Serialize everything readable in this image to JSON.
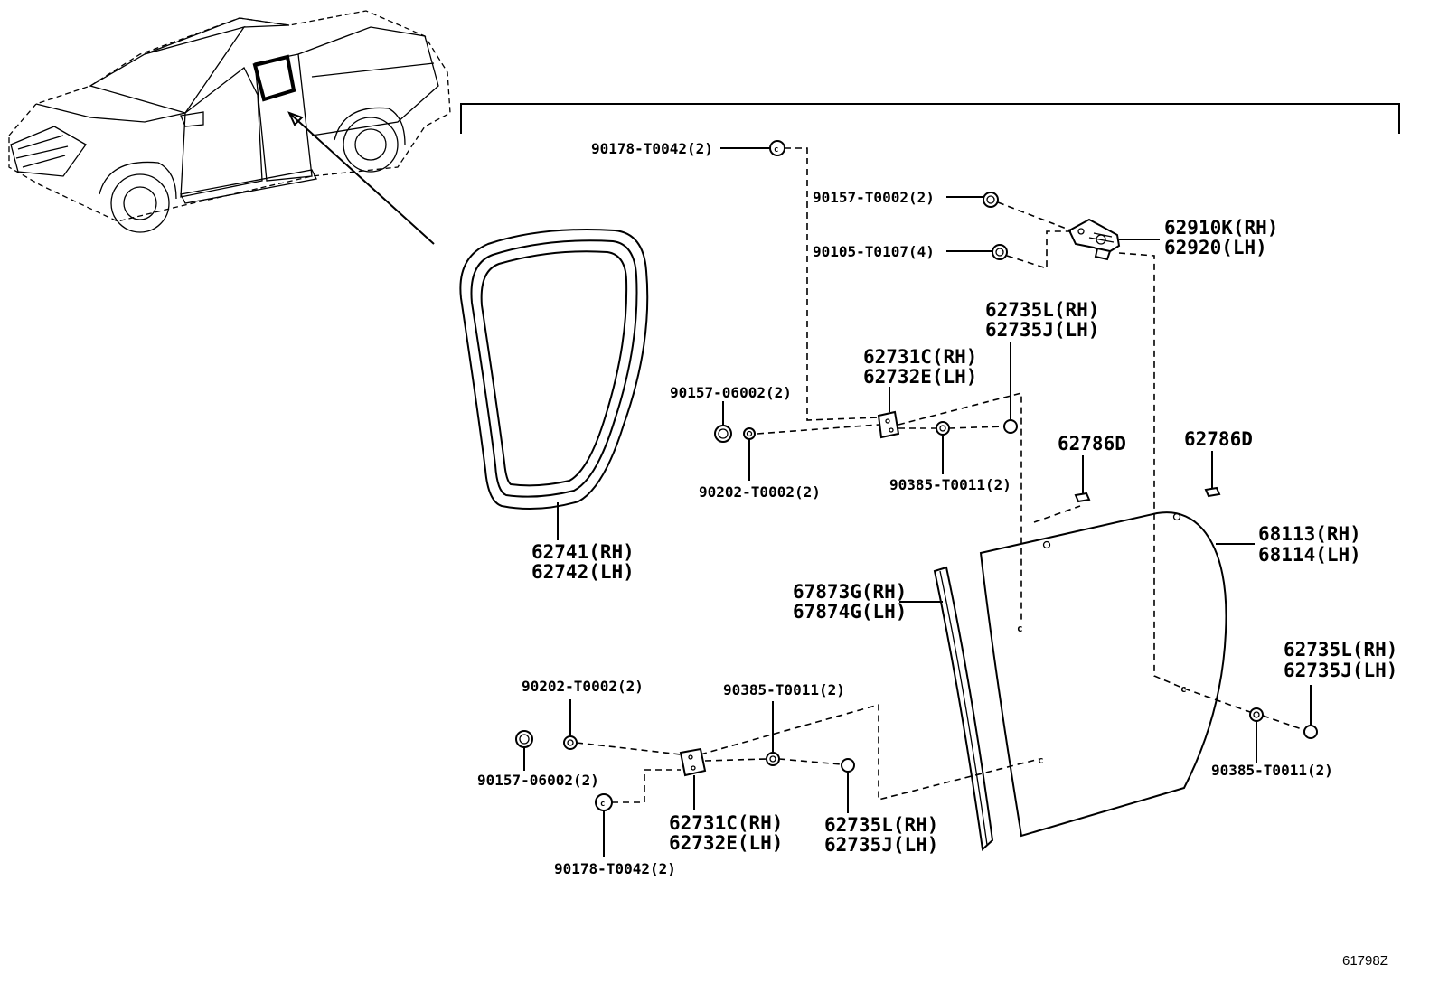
{
  "diagram_code": "61798Z",
  "labels": {
    "bolt_top": "90178-T0042(2)",
    "screw_upper": "90157-T0002(2)",
    "nut_upper": "90105-T0107(4)",
    "lock_rh": "62910K(RH)",
    "lock_lh": "62920(LH)",
    "clip_upper_rh": "62735L(RH)",
    "clip_upper_lh": "62735J(LH)",
    "hinge_upper_rh": "62731C(RH)",
    "hinge_upper_lh": "62732E(LH)",
    "nut_upper_left": "90157-06002(2)",
    "washer_upper": "90202-T0002(2)",
    "bolt_upper_mid": "90385-T0011(2)",
    "spacer_a": "62786D",
    "spacer_b": "62786D",
    "glass_rh": "68113(RH)",
    "glass_lh": "68114(LH)",
    "weatherstrip_rh": "62741(RH)",
    "weatherstrip_lh": "62742(LH)",
    "channel_rh": "67873G(RH)",
    "channel_lh": "67874G(LH)",
    "clip_right_rh": "62735L(RH)",
    "clip_right_lh": "62735J(LH)",
    "bolt_right": "90385-T0011(2)",
    "washer_lower": "90202-T0002(2)",
    "bolt_lower_mid": "90385-T0011(2)",
    "nut_lower_left": "90157-06002(2)",
    "hinge_lower_rh": "62731C(RH)",
    "hinge_lower_lh": "62732E(LH)",
    "clip_lower_rh": "62735L(RH)",
    "clip_lower_lh": "62735J(LH)",
    "bolt_lower": "90178-T0042(2)"
  },
  "icons": [
    "truck-illustration",
    "weatherstrip-drawing",
    "quarter-glass-drawing",
    "glass-channel-drawing",
    "lock-assembly-drawing",
    "hinge-drawing"
  ]
}
